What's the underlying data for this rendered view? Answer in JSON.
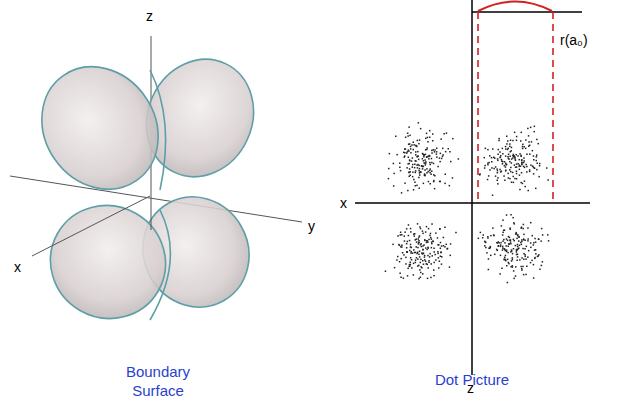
{
  "diagram": {
    "labels": [
      "z",
      "x",
      "y",
      "Boundary Surface",
      "r(a₀)",
      "x",
      "z",
      "Dot Picture"
    ]
  }
}
